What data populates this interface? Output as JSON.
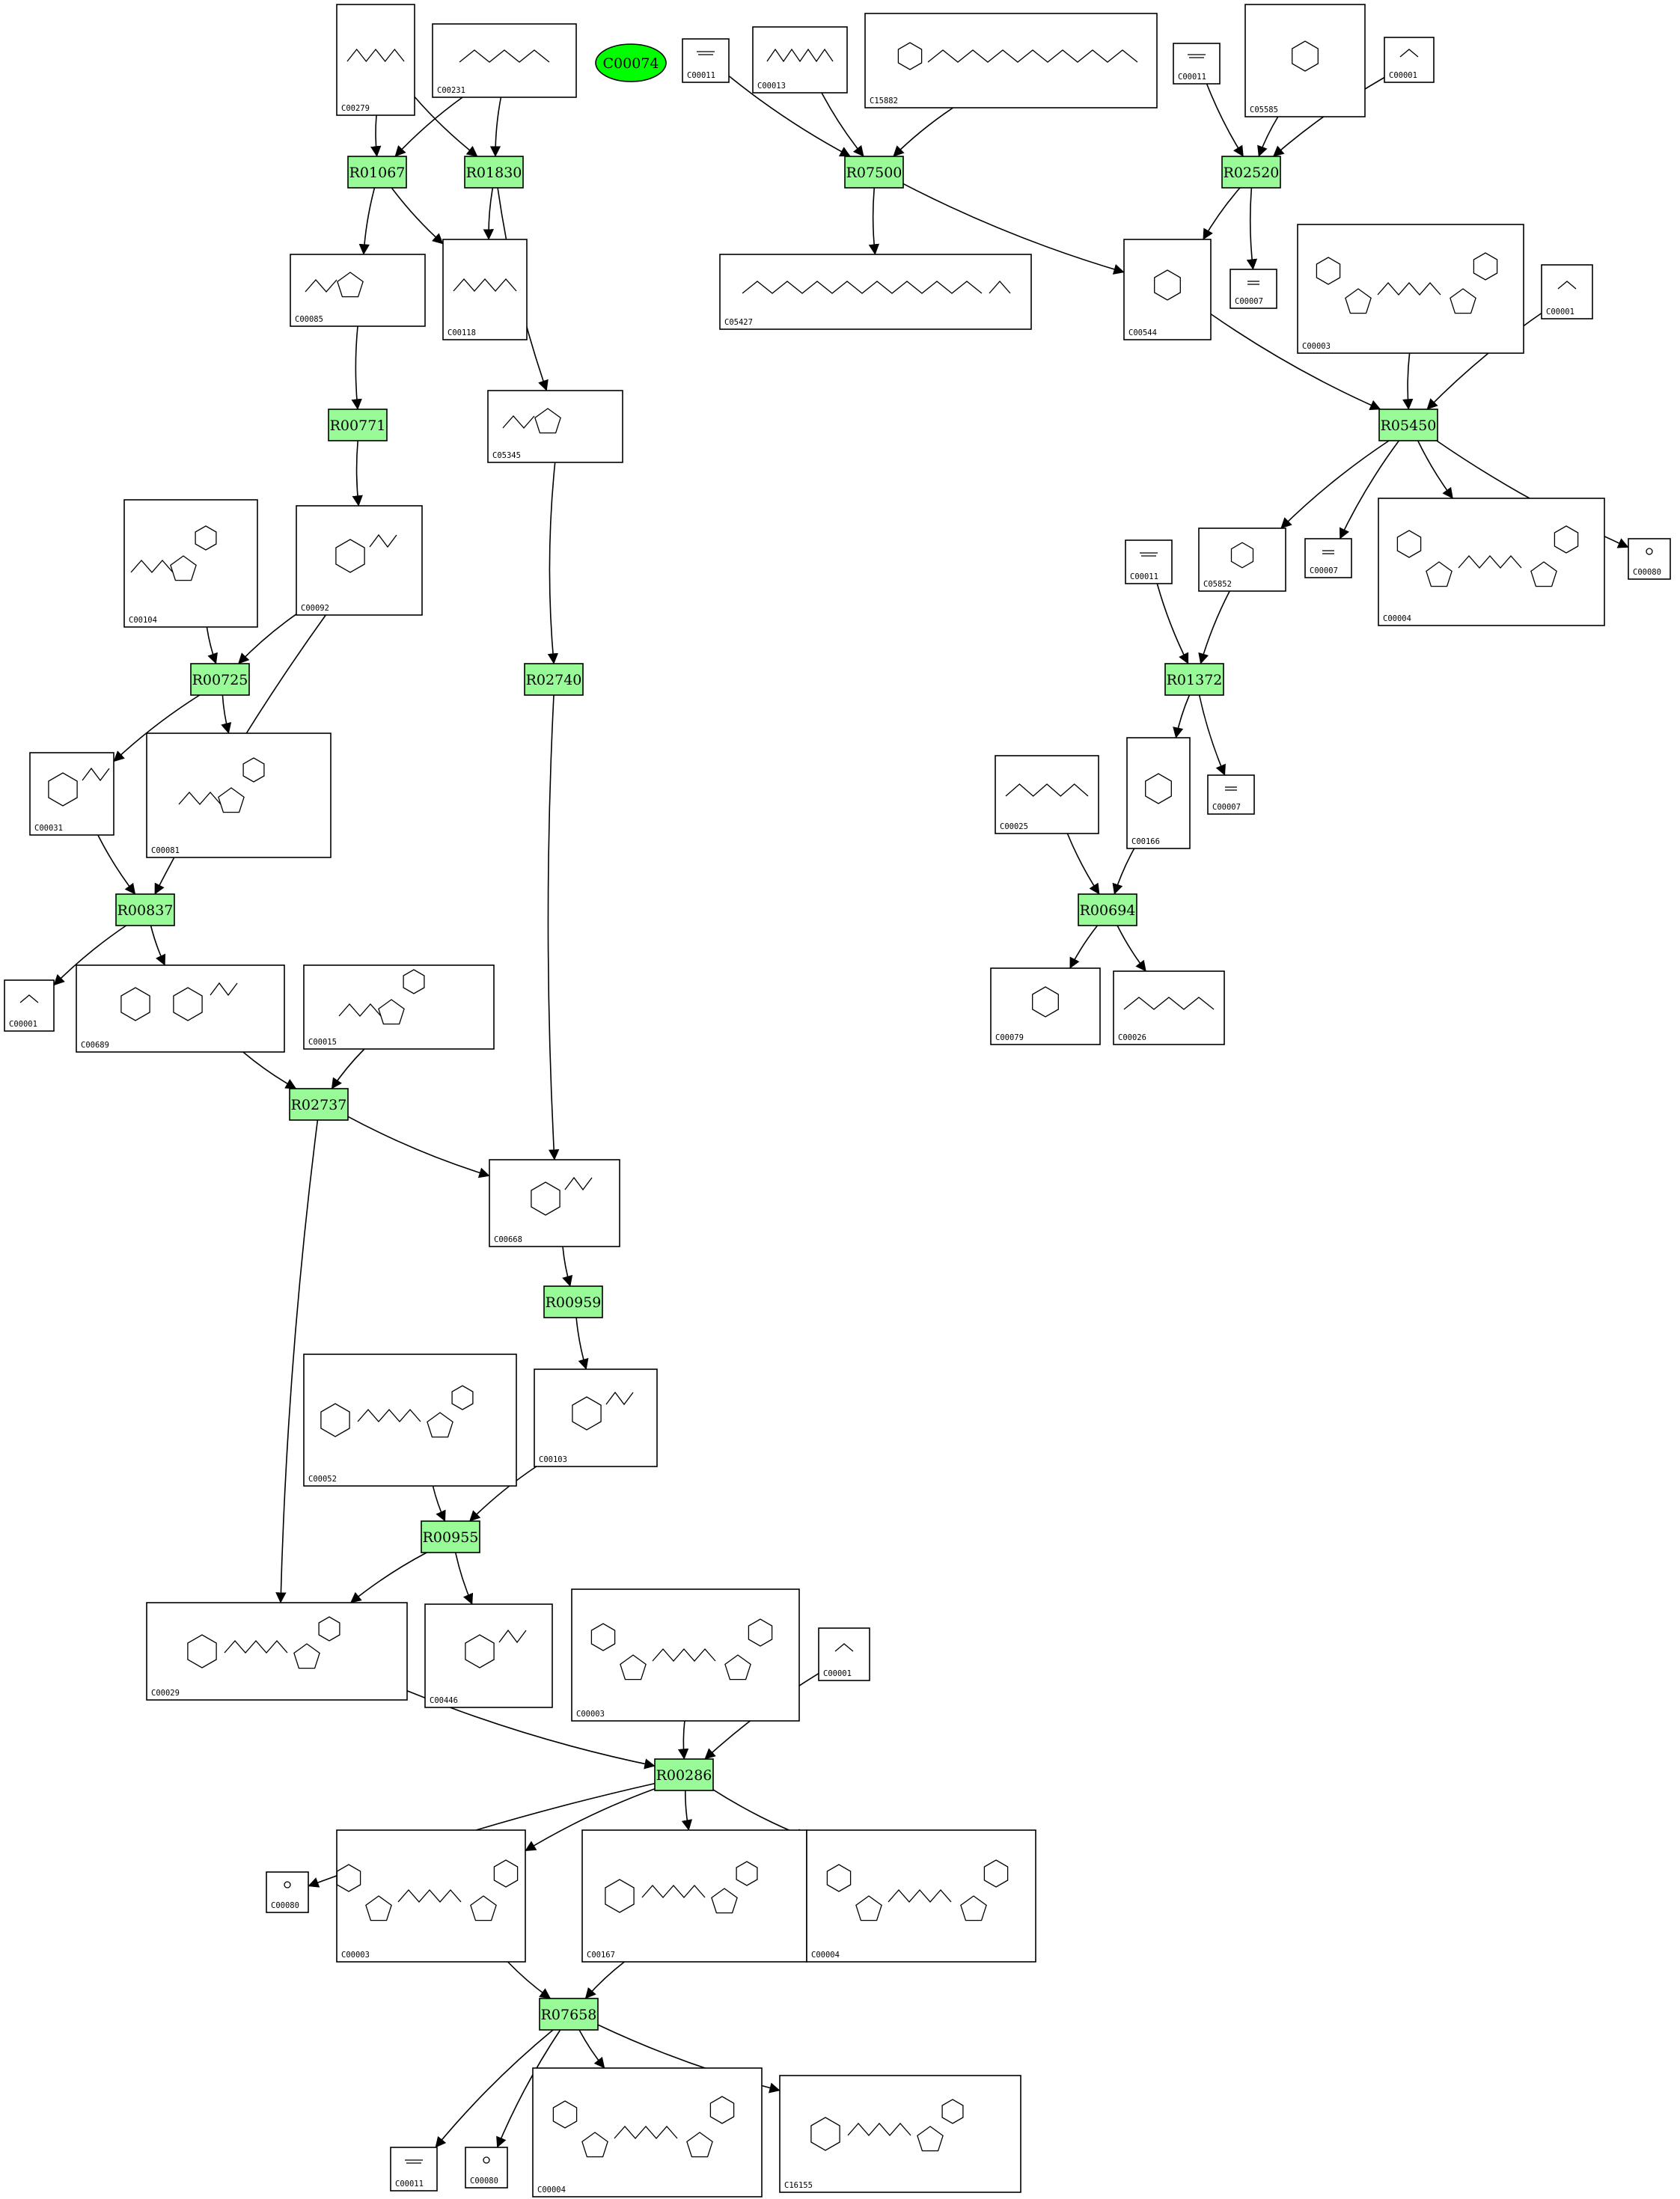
{
  "highlight": "C00074",
  "reactions": [
    {
      "id": "R01067"
    },
    {
      "id": "R01830"
    },
    {
      "id": "R07500"
    },
    {
      "id": "R02520"
    },
    {
      "id": "R00771"
    },
    {
      "id": "R05450"
    },
    {
      "id": "R00725"
    },
    {
      "id": "R02740"
    },
    {
      "id": "R01372"
    },
    {
      "id": "R00837"
    },
    {
      "id": "R00694"
    },
    {
      "id": "R02737"
    },
    {
      "id": "R00959"
    },
    {
      "id": "R00955"
    },
    {
      "id": "R00286"
    },
    {
      "id": "R07658"
    }
  ],
  "compounds": [
    {
      "key": "c279",
      "id": "C00279",
      "kind": "glyc"
    },
    {
      "key": "c231",
      "id": "C00231",
      "kind": "chain"
    },
    {
      "key": "c11a",
      "id": "C00011",
      "kind": "co2"
    },
    {
      "key": "c13",
      "id": "C00013",
      "kind": "pp"
    },
    {
      "key": "c15882",
      "id": "C15882",
      "kind": "prenyl"
    },
    {
      "key": "c11b",
      "id": "C00011",
      "kind": "co2"
    },
    {
      "key": "c5585",
      "id": "C05585",
      "kind": "arom"
    },
    {
      "key": "c1a",
      "id": "C00001",
      "kind": "h2o"
    },
    {
      "key": "c85",
      "id": "C00085",
      "kind": "furan"
    },
    {
      "key": "c118",
      "id": "C00118",
      "kind": "glyc"
    },
    {
      "key": "c5427",
      "id": "C05427",
      "kind": "prenylpp"
    },
    {
      "key": "c544",
      "id": "C00544",
      "kind": "arom"
    },
    {
      "key": "c7a",
      "id": "C00007",
      "kind": "o2"
    },
    {
      "key": "c3a",
      "id": "C00003",
      "kind": "nad"
    },
    {
      "key": "c1b",
      "id": "C00001",
      "kind": "h2o"
    },
    {
      "key": "c5345",
      "id": "C05345",
      "kind": "furan"
    },
    {
      "key": "c104",
      "id": "C00104",
      "kind": "nucl"
    },
    {
      "key": "c92",
      "id": "C00092",
      "kind": "sugar"
    },
    {
      "key": "c5852",
      "id": "C05852",
      "kind": "arom"
    },
    {
      "key": "c7b",
      "id": "C00007",
      "kind": "o2"
    },
    {
      "key": "c4a",
      "id": "C00004",
      "kind": "nad"
    },
    {
      "key": "c80a",
      "id": "C00080",
      "kind": "h"
    },
    {
      "key": "c11c",
      "id": "C00011",
      "kind": "co2"
    },
    {
      "key": "c31",
      "id": "C00031",
      "kind": "sugar"
    },
    {
      "key": "c81",
      "id": "C00081",
      "kind": "nucl"
    },
    {
      "key": "c166",
      "id": "C00166",
      "kind": "arom"
    },
    {
      "key": "c7c",
      "id": "C00007",
      "kind": "o2"
    },
    {
      "key": "c25",
      "id": "C00025",
      "kind": "chain"
    },
    {
      "key": "c1c",
      "id": "C00001",
      "kind": "h2o"
    },
    {
      "key": "c689",
      "id": "C00689",
      "kind": "disac"
    },
    {
      "key": "c15",
      "id": "C00015",
      "kind": "nucl"
    },
    {
      "key": "c79",
      "id": "C00079",
      "kind": "arom"
    },
    {
      "key": "c26",
      "id": "C00026",
      "kind": "chain"
    },
    {
      "key": "c668",
      "id": "C00668",
      "kind": "sugar"
    },
    {
      "key": "c52",
      "id": "C00052",
      "kind": "udp"
    },
    {
      "key": "c103",
      "id": "C00103",
      "kind": "sugar"
    },
    {
      "key": "c29",
      "id": "C00029",
      "kind": "udp"
    },
    {
      "key": "c446",
      "id": "C00446",
      "kind": "sugar"
    },
    {
      "key": "c3b",
      "id": "C00003",
      "kind": "nad"
    },
    {
      "key": "c1d",
      "id": "C00001",
      "kind": "h2o"
    },
    {
      "key": "c80b",
      "id": "C00080",
      "kind": "h"
    },
    {
      "key": "c3c",
      "id": "C00003",
      "kind": "nad"
    },
    {
      "key": "c167",
      "id": "C00167",
      "kind": "udp"
    },
    {
      "key": "c4b",
      "id": "C00004",
      "kind": "nad"
    },
    {
      "key": "c11d",
      "id": "C00011",
      "kind": "co2"
    },
    {
      "key": "c80c",
      "id": "C00080",
      "kind": "h"
    },
    {
      "key": "c4c",
      "id": "C00004",
      "kind": "nad"
    },
    {
      "key": "c16155",
      "id": "C16155",
      "kind": "udp"
    }
  ],
  "edges": [
    [
      "c279",
      "R01067"
    ],
    [
      "c231",
      "R01067"
    ],
    [
      "c279",
      "R01830"
    ],
    [
      "c231",
      "R01830"
    ],
    [
      "R01067",
      "c85"
    ],
    [
      "R01067",
      "c118"
    ],
    [
      "R01830",
      "c118"
    ],
    [
      "R01830",
      "c5345"
    ],
    [
      "c11a",
      "R07500"
    ],
    [
      "c13",
      "R07500"
    ],
    [
      "c15882",
      "R07500"
    ],
    [
      "R07500",
      "c5427"
    ],
    [
      "R07500",
      "c544"
    ],
    [
      "c11b",
      "R02520"
    ],
    [
      "c5585",
      "R02520"
    ],
    [
      "c1a",
      "R02520"
    ],
    [
      "R02520",
      "c544"
    ],
    [
      "R02520",
      "c7a"
    ],
    [
      "c85",
      "R00771"
    ],
    [
      "R00771",
      "c92"
    ],
    [
      "c544",
      "R05450"
    ],
    [
      "c3a",
      "R05450"
    ],
    [
      "c1b",
      "R05450"
    ],
    [
      "R05450",
      "c5852"
    ],
    [
      "R05450",
      "c7b"
    ],
    [
      "R05450",
      "c4a"
    ],
    [
      "R05450",
      "c80a"
    ],
    [
      "c104",
      "R00725"
    ],
    [
      "c92",
      "R00725"
    ],
    [
      "R00725",
      "c31"
    ],
    [
      "R00725",
      "c81"
    ],
    [
      "c5345",
      "R02740"
    ],
    [
      "R02740",
      "c668"
    ],
    [
      "c11c",
      "R01372"
    ],
    [
      "c5852",
      "R01372"
    ],
    [
      "R01372",
      "c166"
    ],
    [
      "R01372",
      "c7c"
    ],
    [
      "c31",
      "R00837"
    ],
    [
      "c92",
      "R00837"
    ],
    [
      "R00837",
      "c1c"
    ],
    [
      "R00837",
      "c689"
    ],
    [
      "c25",
      "R00694"
    ],
    [
      "c166",
      "R00694"
    ],
    [
      "R00694",
      "c79"
    ],
    [
      "R00694",
      "c26"
    ],
    [
      "c689",
      "R02737"
    ],
    [
      "c15",
      "R02737"
    ],
    [
      "R02737",
      "c668"
    ],
    [
      "R02737",
      "c29"
    ],
    [
      "c668",
      "R00959"
    ],
    [
      "R00959",
      "c103"
    ],
    [
      "c52",
      "R00955"
    ],
    [
      "c103",
      "R00955"
    ],
    [
      "R00955",
      "c29"
    ],
    [
      "R00955",
      "c446"
    ],
    [
      "c29",
      "R00286"
    ],
    [
      "c3b",
      "R00286"
    ],
    [
      "c1d",
      "R00286"
    ],
    [
      "R00286",
      "c80b"
    ],
    [
      "R00286",
      "c3c"
    ],
    [
      "R00286",
      "c167"
    ],
    [
      "R00286",
      "c4b"
    ],
    [
      "c3c",
      "R07658"
    ],
    [
      "c167",
      "R07658"
    ],
    [
      "R07658",
      "c11d"
    ],
    [
      "R07658",
      "c80c"
    ],
    [
      "R07658",
      "c4c"
    ],
    [
      "R07658",
      "c16155"
    ]
  ]
}
